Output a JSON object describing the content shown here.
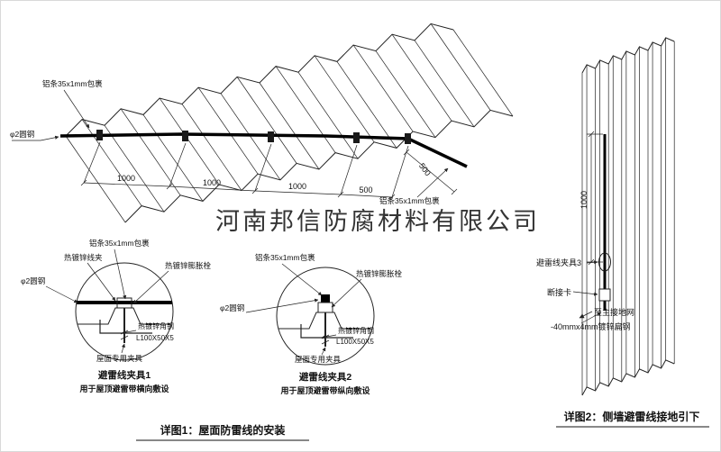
{
  "watermark": "河南邦信防腐材料有限公司",
  "main_view": {
    "al_strip_top": "铝条35x1mm包裹",
    "round_steel": "φ2圆钢",
    "al_strip_right": "铝条35x1mm包裹",
    "dim_a": "1000",
    "dim_b": "1000",
    "dim_c": "1000",
    "dim_d": "500",
    "dim_e": "500"
  },
  "detail1": {
    "al_strip": "铝条35x1mm包裹",
    "wire_clamp": "热镀锌线夹",
    "bolt": "热镀锌膨胀栓",
    "round_steel": "φ2圆钢",
    "angle_steel": "热镀锌角钢",
    "angle_size": "L100X50X5",
    "roof_clamp": "屋面专用夹具",
    "title": "避雷线夹具1",
    "subtitle": "用于屋顶避雷带横向敷设"
  },
  "detail2": {
    "al_strip": "铝条35x1mm包裹",
    "bolt": "热镀锌膨胀栓",
    "round_steel": "φ2圆钢",
    "angle_steel": "热镀锌角钢",
    "angle_size": "L100X50X5",
    "roof_clamp": "屋面专用夹具",
    "title": "避雷线夹具2",
    "subtitle": "用于屋顶避雷带纵向敷设"
  },
  "wall_view": {
    "dim_height": "1000",
    "clamp3": "避雷线夹具3",
    "disconnect": "断接卡",
    "to_ground": "至主接地网",
    "flat_steel": "-40mmx4mm镀锌扁钢"
  },
  "captions": {
    "detail1": "详图1：屋面防雷线的安装",
    "detail2": "详图2：侧墙避雷线接地引下"
  },
  "colors": {
    "line": "#222222",
    "conductor": "#000000",
    "watermark": "#9e9e9e",
    "highlight": "#cc2211"
  }
}
